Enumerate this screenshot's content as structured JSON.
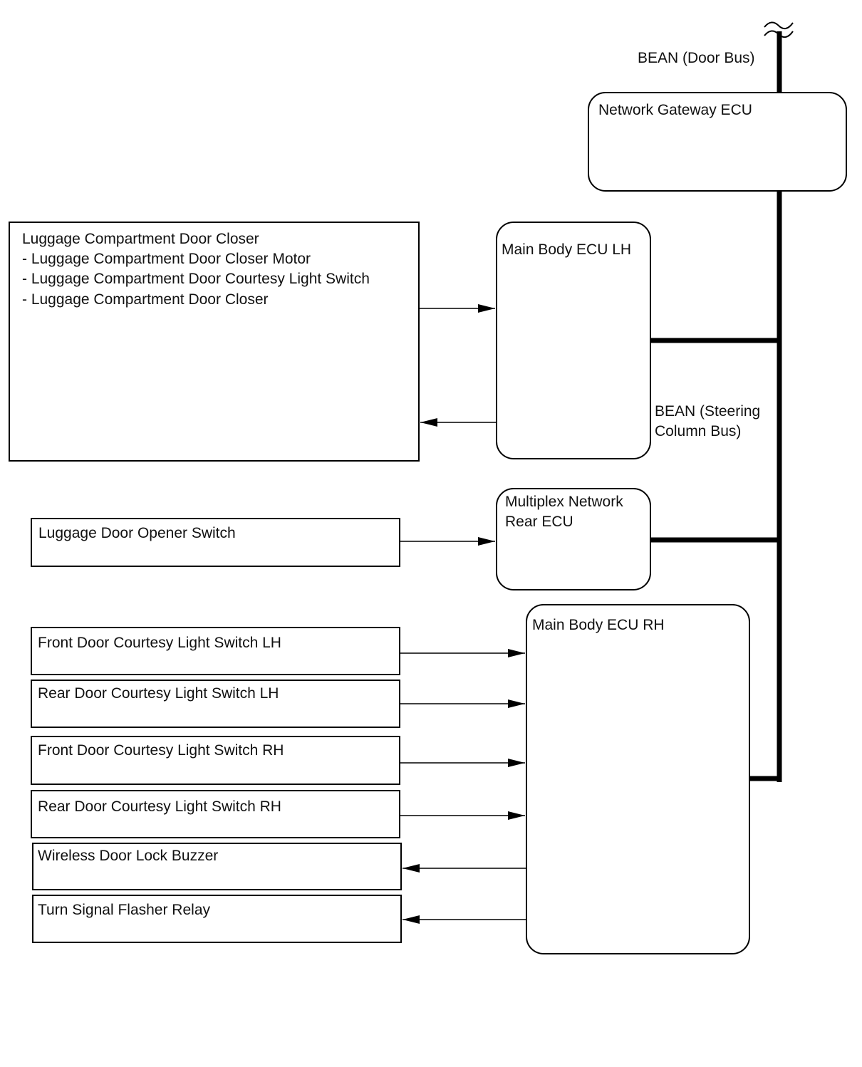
{
  "buses": {
    "door_bus_label": "BEAN (Door Bus)",
    "steering_bus_label": "BEAN (Steering\nColumn Bus)"
  },
  "ecus": {
    "gateway": "Network Gateway ECU",
    "main_body_lh": "Main Body ECU LH",
    "multiplex_rear": "Multiplex Network\nRear ECU",
    "main_body_rh": "Main Body ECU RH"
  },
  "luggage_closer": {
    "title": "Luggage Compartment Door Closer",
    "items": [
      "- Luggage Compartment Door Closer Motor",
      "- Luggage Compartment Door Courtesy Light Switch",
      "- Luggage Compartment Door Closer"
    ]
  },
  "devices": {
    "opener_switch": "Luggage Door Opener Switch",
    "front_courtesy_lh": "Front Door Courtesy Light Switch LH",
    "rear_courtesy_lh": "Rear Door Courtesy Light Switch LH",
    "front_courtesy_rh": "Front Door Courtesy Light Switch RH",
    "rear_courtesy_rh": "Rear Door Courtesy Light Switch RH",
    "buzzer": "Wireless Door Lock Buzzer",
    "flasher_relay": "Turn Signal Flasher Relay"
  }
}
